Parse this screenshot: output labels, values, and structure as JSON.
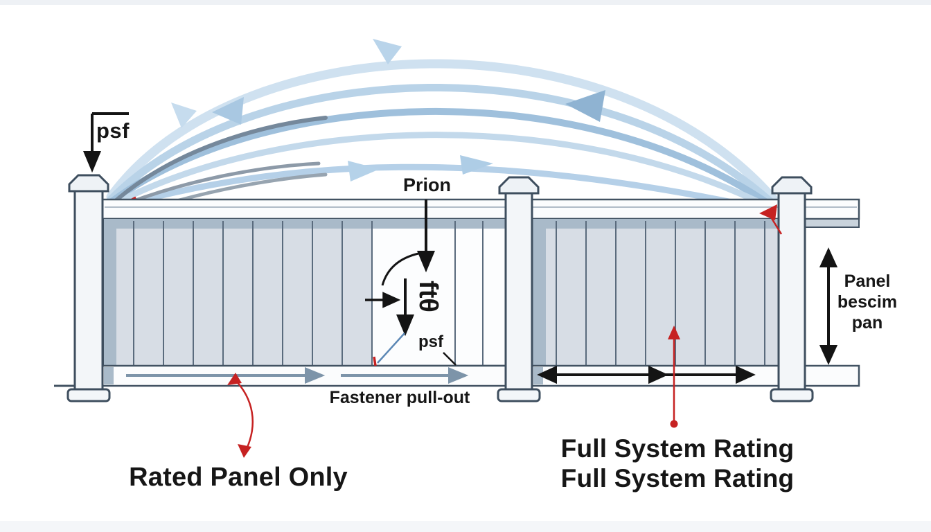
{
  "diagram": {
    "labels": {
      "psf_load": "psf",
      "prion": "Prion",
      "ft_theta": "ftθ",
      "psf_small": "psf",
      "fastener_pullout": "Fastener pull-out",
      "panel_dim_line1": "Panel",
      "panel_dim_line2": "bescim",
      "panel_dim_line3": "pan"
    },
    "captions": {
      "left_title": "Rated Panel Only",
      "right_title_line1": "Full System Rating",
      "right_title_line2": "Full System Rating"
    },
    "colors": {
      "accent_red": "#c62222",
      "annotation_black": "#141414",
      "wind_lightest": "#cfe1f0",
      "wind_light": "#b9d3e8",
      "wind_mid": "#9fc0dc",
      "wind_gray": "#7d909f",
      "steel_arrow": "#7d94a9",
      "picket_fill": "#d7dde5",
      "shadow_band": "#a9bac9",
      "structure_line": "#425262",
      "post_fill": "#f3f6f9"
    }
  }
}
